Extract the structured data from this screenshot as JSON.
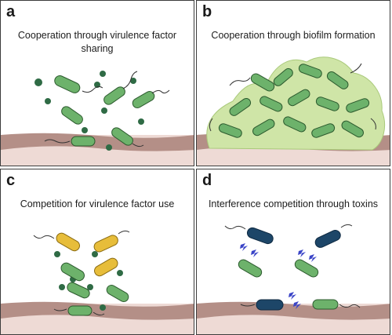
{
  "panels": [
    {
      "letter": "a",
      "caption": "Cooperation through virulence factor sharing"
    },
    {
      "letter": "b",
      "caption": "Cooperation through biofilm formation"
    },
    {
      "letter": "c",
      "caption": "Competition for virulence factor use"
    },
    {
      "letter": "d",
      "caption": "Interference competition through toxins"
    }
  ],
  "colors": {
    "cooperator_green": "#6db26b",
    "cheater_yellow": "#e7bd3a",
    "toxin_producer_navy": "#1d4668",
    "virulence_factor_hex": "#2f6b45",
    "toxin_bolt": "#3b45c7",
    "host_tissue_top": "#b48f87",
    "host_tissue_bottom": "#eedad5",
    "biofilm_matrix": "#cfe5a7"
  }
}
